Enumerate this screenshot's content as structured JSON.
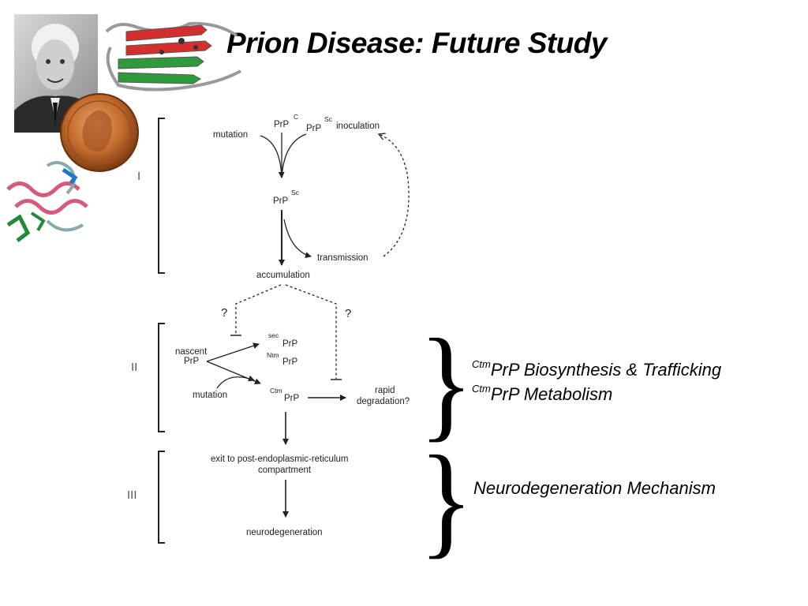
{
  "slide": {
    "title": "Prion Disease: Future Study"
  },
  "images": {
    "portrait": "portrait-photo",
    "medal": "nobel-medal",
    "protein_top": "protein-ribbon-structure",
    "protein_left": "protein-helix-structure"
  },
  "diagram": {
    "stage_labels": [
      "I",
      "II",
      "III"
    ],
    "stage1": {
      "prpc": "PrP",
      "prpc_sup": "C",
      "prpsc_top": "PrP",
      "prpsc_top_sup": "Sc",
      "mutation": "mutation",
      "inoculation": "inoculation",
      "prpsc_mid": "PrP",
      "prpsc_mid_sup": "Sc",
      "transmission": "transmission",
      "accumulation": "accumulation"
    },
    "question_marks": [
      "?",
      "?"
    ],
    "stage2": {
      "nascent": "nascent",
      "nascent_prp": "PrP",
      "sec_sup": "sec",
      "sec_prp": "PrP",
      "ntm_sup": "Ntm",
      "ntm_prp": "PrP",
      "ctm_sup": "Ctm",
      "ctm_prp": "PrP",
      "mutation": "mutation",
      "rapid": "rapid",
      "degradation": "degradation?"
    },
    "stage3": {
      "exit_line1": "exit to post-endoplasmic-reticulum",
      "exit_line2": "compartment",
      "neurodegeneration": "neurodegeneration"
    }
  },
  "notes": {
    "brace_glyph": "}",
    "line1_sup": "Ctm",
    "line1_text": "PrP Biosynthesis & Trafficking",
    "line2_sup": "Ctm",
    "line2_text": "PrP Metabolism",
    "line3_text": "Neurodegeneration Mechanism"
  }
}
